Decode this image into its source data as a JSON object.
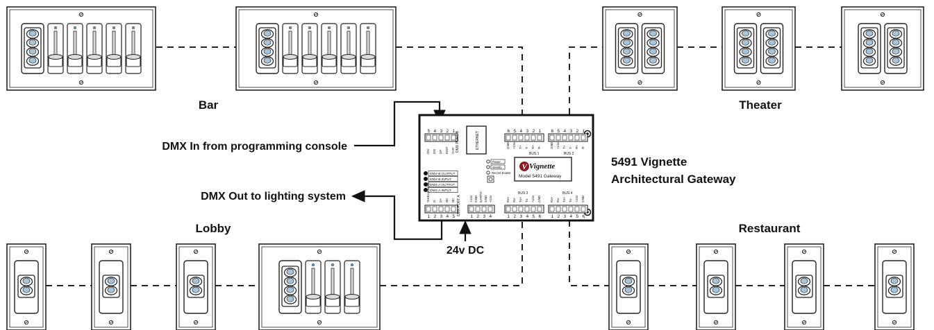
{
  "zones": {
    "bar": "Bar",
    "theater": "Theater",
    "lobby": "Lobby",
    "restaurant": "Restaurant"
  },
  "callouts": {
    "dmx_in": "DMX In from programming console",
    "dmx_out": "DMX Out to lighting system",
    "power": "24v DC",
    "gateway_line1": "5491 Vignette",
    "gateway_line2": "Architectural Gateway"
  },
  "gateway": {
    "brand": "Vignette",
    "model": "Model 5491 Gateway",
    "ethernet": "ETHERNET",
    "dmx_port_b": "DMX PORT B",
    "dmx_port_a": "DMX PORT A",
    "bus1": "BUS 1",
    "bus2": "BUS 2",
    "bus3": "BUS 3",
    "bus4": "BUS 4",
    "indicator_power": "Power",
    "indicator_identify": "Identify",
    "indicator_record": "Record Enable",
    "led_labels": [
      "DMX-B OUTPUT",
      "DMX-B INPUT",
      "DMX-A OUTPUT",
      "DMX-A INPUT"
    ],
    "bus_pins_top": [
      "6",
      "5",
      "4",
      "3",
      "2",
      "1"
    ],
    "dmx_b_pins": [
      "5",
      "4",
      "3",
      "2",
      "1"
    ],
    "dmx_a_pins": [
      "1",
      "2",
      "3",
      "4",
      "5"
    ],
    "power_pins": [
      "1",
      "2",
      "3",
      "4"
    ],
    "bus_pins_bottom": [
      "1",
      "2",
      "3",
      "4",
      "5",
      "6"
    ],
    "bus_top_labels": [
      "GND",
      "+24v",
      "T+",
      "T-",
      "R+",
      "R-"
    ],
    "bus_bottom_labels": [
      "Rx+",
      "Rx-",
      "Tx+",
      "Tx-",
      "+24v",
      "GND"
    ],
    "dmx_a_labels": [
      "SHIELD COM",
      "D-",
      "D+",
      "NC",
      "NC"
    ],
    "dmx_b_labels": [
      "DN",
      "DN",
      "DP",
      "INST",
      "CHT"
    ],
    "power_labels": [
      "+24v",
      "GND",
      "EARTH",
      "GND",
      "+24v"
    ]
  },
  "panels": {
    "top": [
      {
        "id": "bar-1",
        "modules": [
          "keypad",
          "fader",
          "fader",
          "fader",
          "fader",
          "fader"
        ]
      },
      {
        "id": "bar-2",
        "modules": [
          "keypad",
          "fader",
          "fader",
          "fader",
          "fader",
          "fader"
        ]
      },
      {
        "id": "theater-1",
        "modules": [
          "keypad",
          "keypad"
        ]
      },
      {
        "id": "theater-2",
        "modules": [
          "keypad",
          "keypad"
        ]
      },
      {
        "id": "theater-3",
        "modules": [
          "keypad",
          "keypad"
        ]
      }
    ],
    "bottom": [
      {
        "id": "lobby-1",
        "modules": [
          "keypad2"
        ]
      },
      {
        "id": "lobby-2",
        "modules": [
          "keypad2"
        ]
      },
      {
        "id": "lobby-3",
        "modules": [
          "keypad2"
        ]
      },
      {
        "id": "lobby-4",
        "modules": [
          "keypad",
          "fader",
          "fader",
          "fader"
        ]
      },
      {
        "id": "restaurant-1",
        "modules": [
          "keypad2"
        ]
      },
      {
        "id": "restaurant-2",
        "modules": [
          "keypad2"
        ]
      },
      {
        "id": "restaurant-3",
        "modules": [
          "keypad2"
        ]
      },
      {
        "id": "restaurant-4",
        "modules": [
          "keypad2"
        ]
      }
    ]
  }
}
